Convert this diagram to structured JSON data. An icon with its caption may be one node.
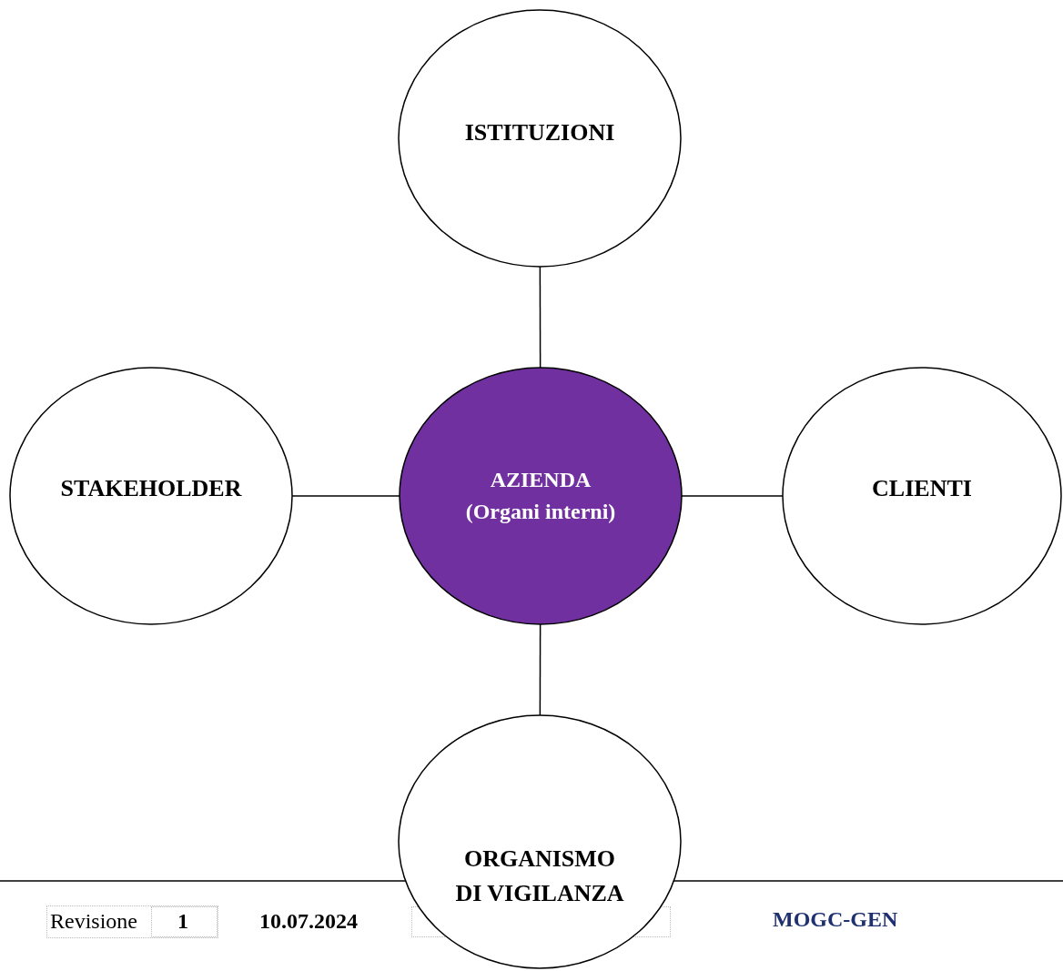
{
  "diagram": {
    "nodes": [
      {
        "text": [
          "ISTITUZIONI"
        ]
      },
      {
        "text": [
          "STAKEHOLDER"
        ]
      },
      {
        "text": [
          "AZIENDA",
          "(Organi interni)"
        ]
      },
      {
        "text": [
          "CLIENTI"
        ]
      },
      {
        "text": [
          "ORGANISMO DI VIGILANZA"
        ]
      }
    ],
    "edges": [
      {
        "from": 0,
        "to": 2,
        "arrow": "none"
      },
      {
        "from": 1,
        "to": 2,
        "arrow": "none"
      },
      {
        "from": 2,
        "to": 3,
        "arrow": "none"
      },
      {
        "from": 2,
        "to": 4,
        "arrow": "none"
      }
    ],
    "labels": [
      "Revisione",
      "1",
      "10.07.2024",
      "MOGC-GEN"
    ]
  }
}
